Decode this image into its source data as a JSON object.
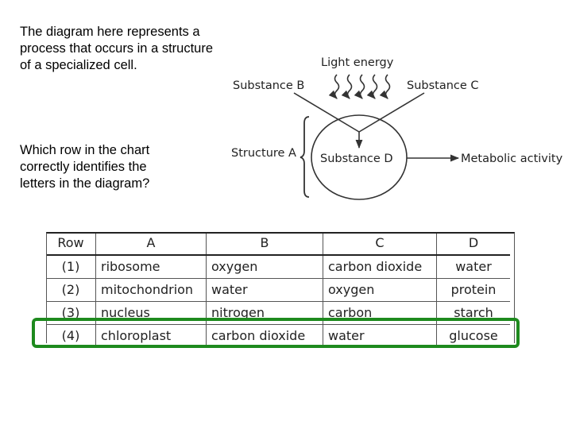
{
  "question": {
    "intro_lines": [
      "The diagram here represents a",
      "process that occurs in a structure",
      "of a specialized cell."
    ],
    "prompt_lines": [
      "Which row in the chart",
      "correctly identifies the",
      "letters in the diagram?"
    ]
  },
  "diagram": {
    "light_label": "Light  energy",
    "substance_b": "Substance B",
    "substance_c": "Substance C",
    "structure_a": "Structure A",
    "substance_d": "Substance D",
    "metabolic": "Metabolic activity"
  },
  "table": {
    "headers": [
      "Row",
      "A",
      "B",
      "C",
      "D"
    ],
    "rows": [
      [
        "(1)",
        "ribosome",
        "oxygen",
        "carbon dioxide",
        "water"
      ],
      [
        "(2)",
        "mitochondrion",
        "water",
        "oxygen",
        "protein"
      ],
      [
        "(3)",
        "nucleus",
        "nitrogen",
        "carbon",
        "starch"
      ],
      [
        "(4)",
        "chloroplast",
        "carbon dioxide",
        "water",
        "glucose"
      ]
    ],
    "highlighted_row": 4,
    "highlight_color": "#1e8a1e"
  }
}
